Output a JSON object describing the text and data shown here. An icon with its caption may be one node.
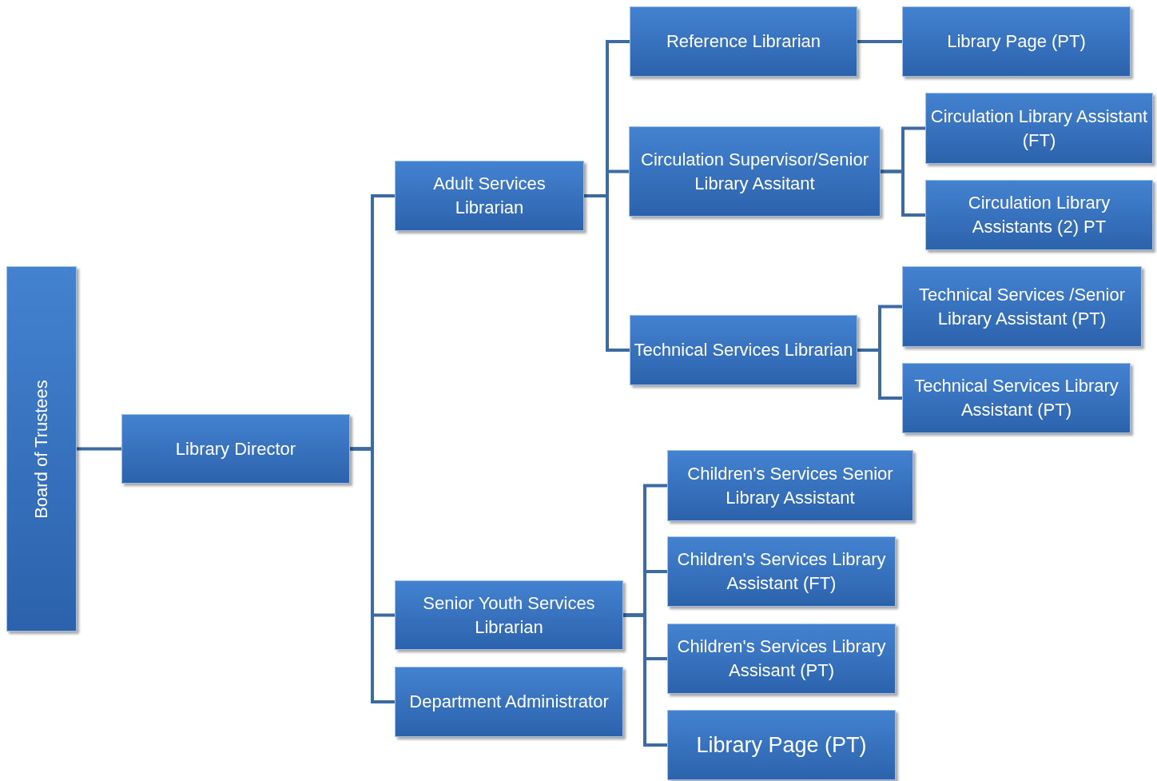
{
  "diagram": {
    "nodes": [
      {
        "text": [
          "Board of Trustees"
        ]
      },
      {
        "text": [
          "Library Director"
        ]
      },
      {
        "text": [
          "Adult Services Librarian"
        ]
      },
      {
        "text": [
          "Reference Librarian"
        ]
      },
      {
        "text": [
          "Library Page (PT)"
        ]
      },
      {
        "text": [
          "Circulation Supervisor/Senior Library Assitant"
        ]
      },
      {
        "text": [
          "Circulation Library Assistant (FT)"
        ]
      },
      {
        "text": [
          "Circulation Library Assistants (2) PT"
        ]
      },
      {
        "text": [
          "Technical Services Librarian"
        ]
      },
      {
        "text": [
          "Technical Services /Senior Library Assistant (PT)"
        ]
      },
      {
        "text": [
          "Technical Services Library Assistant (PT)"
        ]
      },
      {
        "text": [
          "Senior Youth Services Librarian"
        ]
      },
      {
        "text": [
          "Department Administrator"
        ]
      },
      {
        "text": [
          "Children's Services Senior Library Assistant"
        ]
      },
      {
        "text": [
          "Children's Services Library Assistant (FT)"
        ]
      },
      {
        "text": [
          "Children's Services Library Assisant (PT)"
        ]
      },
      {
        "text": [
          "Library Page (PT)"
        ]
      }
    ],
    "edges": [
      {
        "from": 0,
        "to": 1,
        "arrow": "none"
      },
      {
        "from": 1,
        "to": 2,
        "arrow": "none"
      },
      {
        "from": 1,
        "to": 11,
        "arrow": "none"
      },
      {
        "from": 1,
        "to": 12,
        "arrow": "none"
      },
      {
        "from": 2,
        "to": 3,
        "arrow": "none"
      },
      {
        "from": 2,
        "to": 5,
        "arrow": "none"
      },
      {
        "from": 2,
        "to": 8,
        "arrow": "none"
      },
      {
        "from": 3,
        "to": 4,
        "arrow": "none"
      },
      {
        "from": 5,
        "to": 6,
        "arrow": "none"
      },
      {
        "from": 5,
        "to": 7,
        "arrow": "none"
      },
      {
        "from": 8,
        "to": 9,
        "arrow": "none"
      },
      {
        "from": 8,
        "to": 10,
        "arrow": "none"
      },
      {
        "from": 11,
        "to": 13,
        "arrow": "none"
      },
      {
        "from": 11,
        "to": 14,
        "arrow": "none"
      },
      {
        "from": 11,
        "to": 15,
        "arrow": "none"
      },
      {
        "from": 11,
        "to": 16,
        "arrow": "none"
      }
    ]
  }
}
